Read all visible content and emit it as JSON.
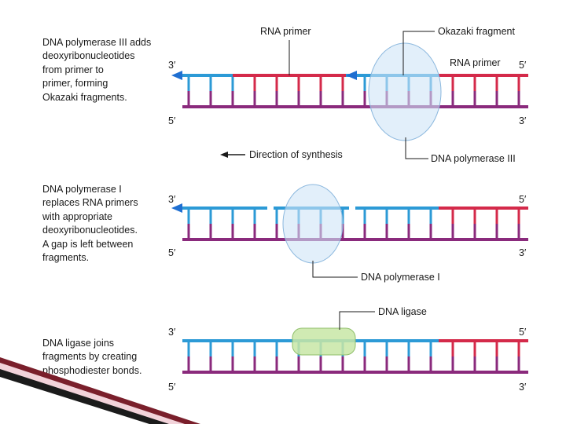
{
  "panels": [
    {
      "description": [
        "DNA polymerase III adds",
        "deoxyribonucleotides",
        "from primer to",
        "primer, forming",
        "Okazaki fragments."
      ],
      "top_left_end": "3′",
      "top_right_end": "5′",
      "bottom_left_end": "5′",
      "bottom_right_end": "3′",
      "labels": {
        "rna_primer_top": "RNA primer",
        "okazaki_fragment": "Okazaki fragment",
        "rna_primer_right": "RNA primer",
        "enzyme": "DNA polymerase III"
      }
    },
    {
      "description": [
        "DNA polymerase I",
        "replaces RNA primers",
        "with appropriate",
        "deoxyribonucleotides.",
        "A gap is left between",
        "fragments."
      ],
      "top_left_end": "3′",
      "top_right_end": "5′",
      "bottom_left_end": "5′",
      "bottom_right_end": "3′",
      "labels": {
        "enzyme": "DNA polymerase I"
      }
    },
    {
      "description": [
        "DNA ligase joins",
        "fragments by creating",
        "phosphodiester bonds."
      ],
      "top_left_end": "3′",
      "top_right_end": "5′",
      "bottom_left_end": "5′",
      "bottom_right_end": "3′",
      "labels": {
        "enzyme": "DNA ligase"
      }
    }
  ],
  "direction_label": "Direction of synthesis",
  "colors": {
    "new_dna_blue": "#2c9ad6",
    "rna_red": "#d42a4a",
    "template_purple": "#8a2a7c",
    "polymerase_fill": "#cfe5f7",
    "ligase_fill": "#c8e6a6",
    "arrow_blue": "#1f6fd1"
  }
}
